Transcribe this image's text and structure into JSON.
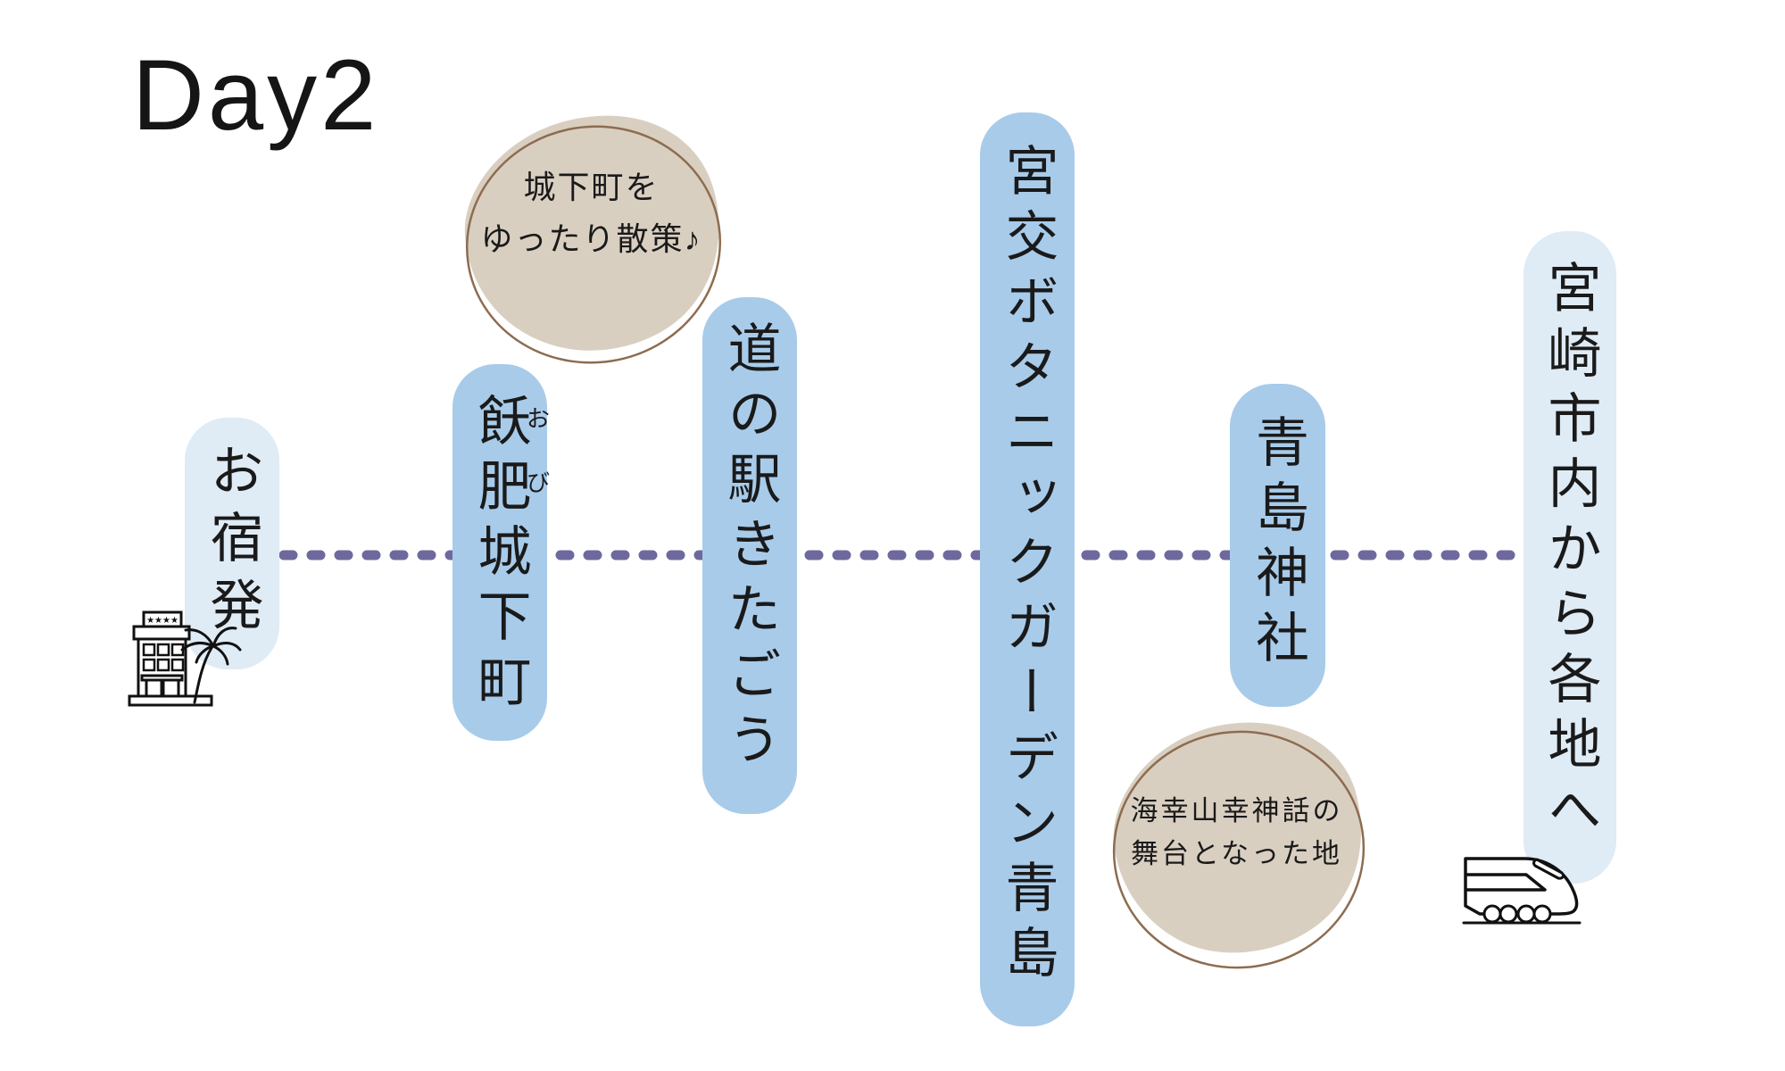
{
  "title": "Day2",
  "colors": {
    "pill_light": "#DFEBF5",
    "pill_medium": "#A8CBEA",
    "note_fill": "#D9CFC1",
    "note_outline": "#8D6C50",
    "dotted_line": "#6E699D",
    "ink": "#1A1A1A"
  },
  "timeline": {
    "stops": [
      {
        "id": "hotel-departure",
        "label": "お宿発",
        "style": "light"
      },
      {
        "id": "obi-castle-town",
        "label": "飫肥城下町",
        "style": "medium",
        "furigana": [
          "お",
          "び"
        ]
      },
      {
        "id": "michi-no-eki-kitago",
        "label": "道の駅きたごう",
        "style": "medium"
      },
      {
        "id": "miyako-botanic-garden-aoshima",
        "label": "宮交ボタニックガーデン青島",
        "style": "medium"
      },
      {
        "id": "aoshima-shrine",
        "label": "青島神社",
        "style": "medium"
      },
      {
        "id": "miyazaki-city-onward",
        "label": "宮崎市内から各地へ",
        "style": "light"
      }
    ]
  },
  "notes": [
    {
      "id": "obi-note",
      "lines": [
        "城下町を",
        "ゆったり散策♪"
      ]
    },
    {
      "id": "aoshima-note",
      "lines": [
        "海幸山幸神話の",
        "舞台となった地"
      ]
    }
  ],
  "icons": {
    "start": "hotel-with-palm-icon",
    "end": "bullet-train-icon"
  }
}
